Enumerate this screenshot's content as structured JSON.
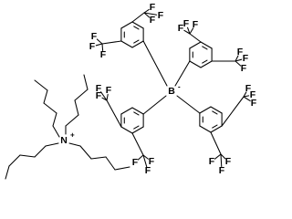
{
  "molecule": {
    "atoms": {
      "fluorine": "F",
      "carbon": "C",
      "boron": "B",
      "nitrogen": "N"
    },
    "charges": {
      "boron": "-",
      "nitrogen": "+"
    }
  },
  "colors": {
    "background": "#ffffff",
    "line": "#000000"
  }
}
